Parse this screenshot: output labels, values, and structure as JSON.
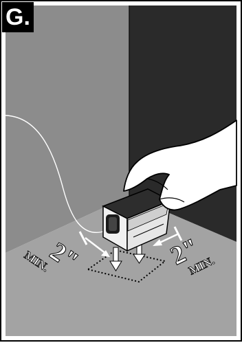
{
  "step_label": "G.",
  "clearance_left": {
    "value": "2\"",
    "unit": "MIN."
  },
  "clearance_right": {
    "value": "2\"",
    "unit": "MIN."
  },
  "colors": {
    "left_wall": "#8c8c8c",
    "right_wall": "#2a2a2a",
    "floor": "#a3a3a3",
    "device": "#1a1a1a",
    "ink": "#000000",
    "label_bg": "#000000"
  }
}
